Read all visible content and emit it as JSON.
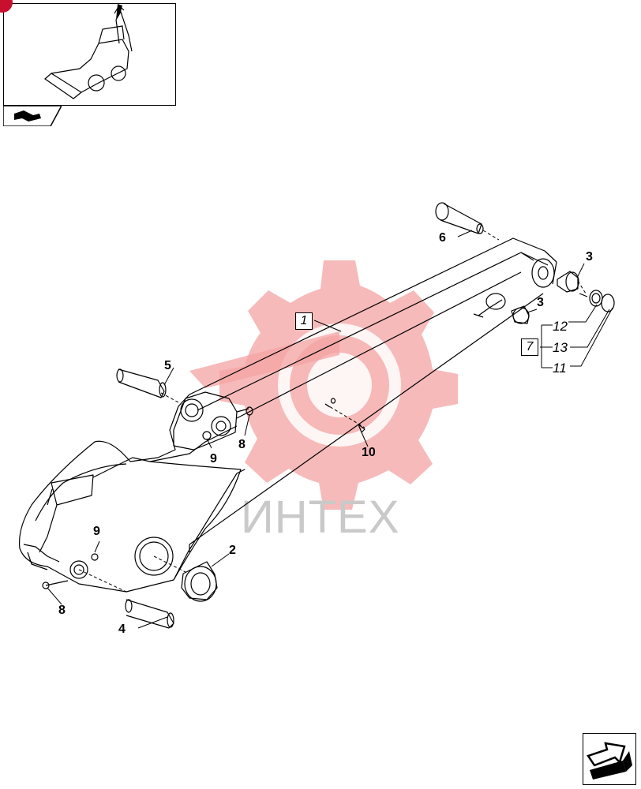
{
  "watermark": {
    "text": "ИНТЕХ",
    "gear_color": "#f2a0a0"
  },
  "callouts": {
    "c1": "1",
    "c2": "2",
    "c3a": "3",
    "c3b": "3",
    "c4": "4",
    "c5": "5",
    "c6": "6",
    "c7": "7",
    "c8a": "8",
    "c8b": "8",
    "c9a": "9",
    "c9b": "9",
    "c10": "10",
    "c11": "11",
    "c12": "12",
    "c13": "13"
  },
  "icons": {
    "thumbnail": "backhoe-loader-thumbnail-icon",
    "view": "view-arrow-icon",
    "next": "next-page-arrow-icon"
  },
  "colors": {
    "badge": "#c8102e",
    "line": "#000000"
  }
}
